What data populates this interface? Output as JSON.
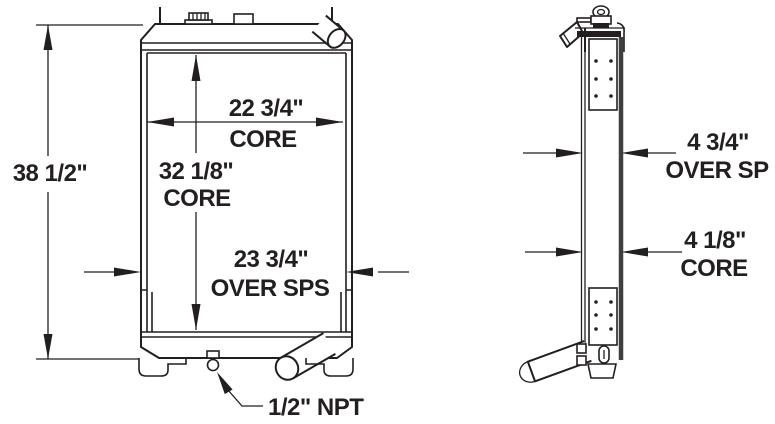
{
  "drawing": {
    "kind": "radiator-dimension-drawing",
    "colors": {
      "background": "#ffffff",
      "line": "#231f20",
      "tank_edge": "#3f3f41"
    }
  },
  "front_view": {
    "overall_height": {
      "value": "38 1/2\""
    },
    "core_width": {
      "value": "22 3/4\"",
      "label": "CORE"
    },
    "core_height": {
      "value": "32 1/8\"",
      "label": "CORE"
    },
    "over_side_pieces": {
      "value": "23 3/4\"",
      "label": "OVER SPS"
    },
    "drain_fitting": {
      "value": "1/2\" NPT"
    }
  },
  "side_view": {
    "over_side_plates": {
      "value": "4 3/4\"",
      "label": "OVER SP"
    },
    "core_depth": {
      "value": "4 1/8\"",
      "label": "CORE"
    }
  }
}
